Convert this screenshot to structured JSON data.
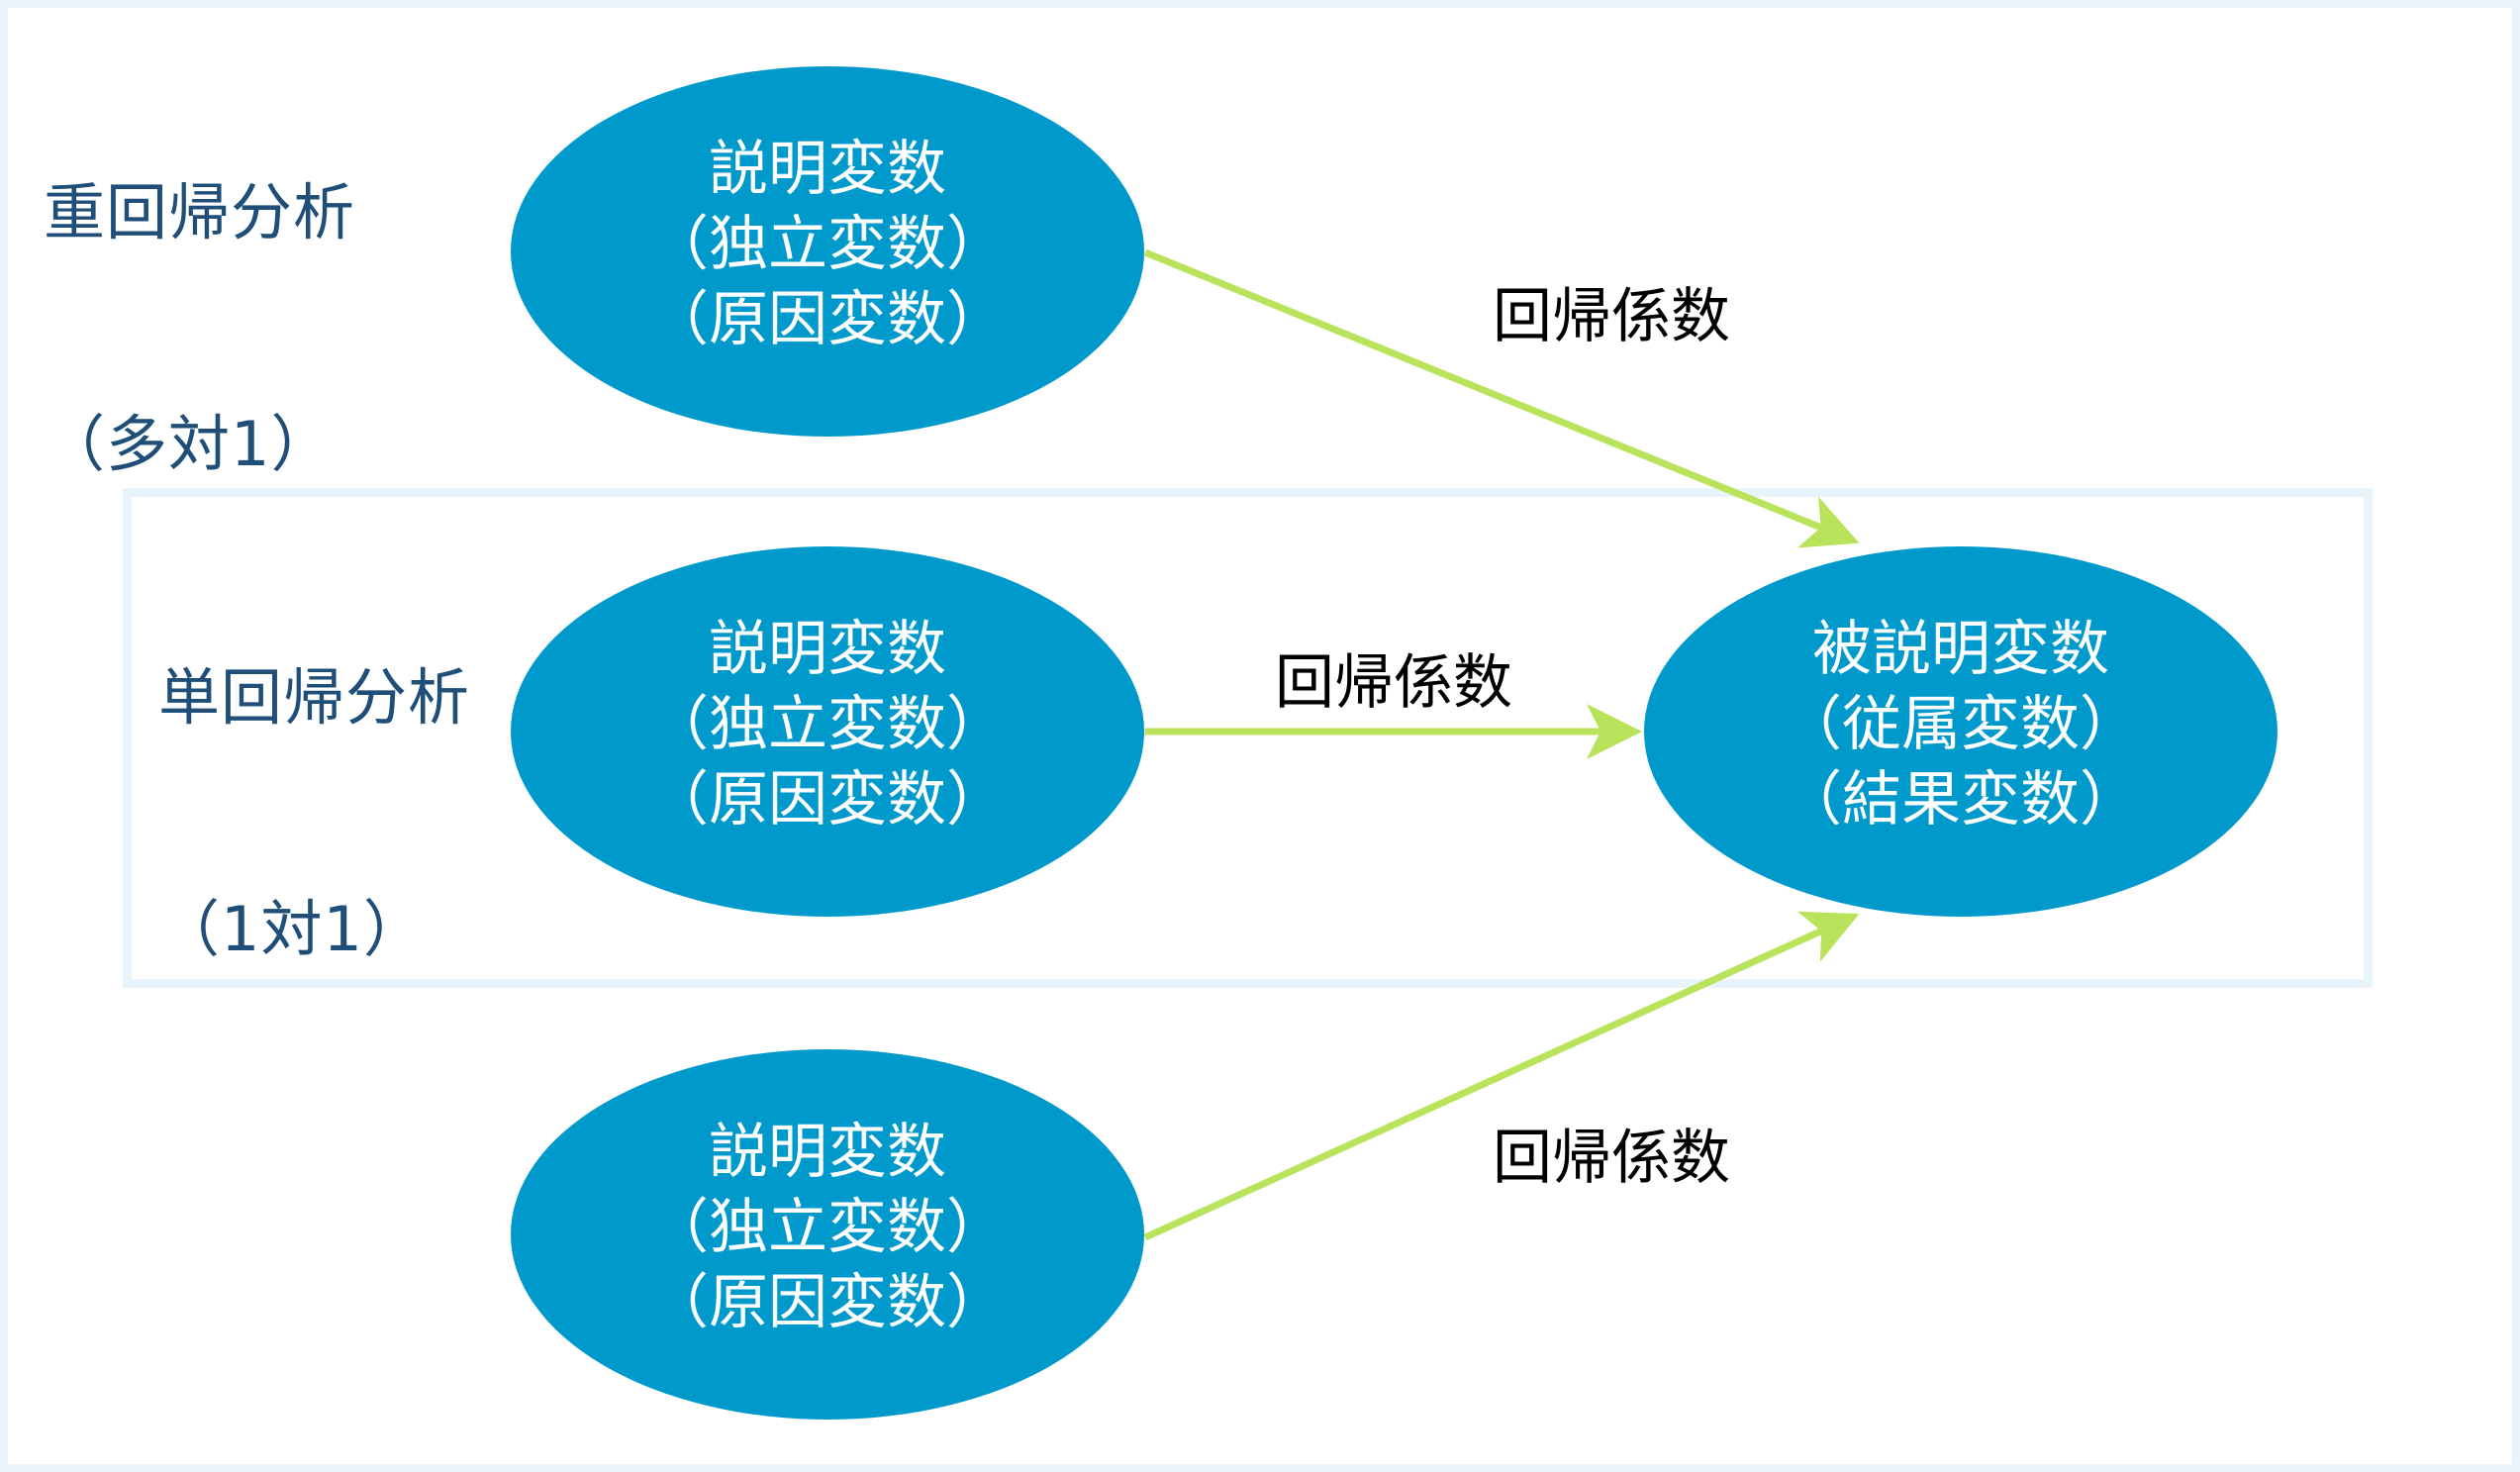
{
  "colors": {
    "frame": "#E8F3FA",
    "title_text": "#1F4E79",
    "node_fill": "#0099CC",
    "node_text": "#FFFFFF",
    "arrow": "#B9E35A",
    "label_text": "#000000"
  },
  "groups": {
    "multiple_regression": {
      "title": "重回帰分析",
      "subtitle": "（多対1）"
    },
    "simple_regression": {
      "title": "単回帰分析",
      "subtitle": "（1対1）"
    }
  },
  "nodes": {
    "explanatory_top": {
      "lines": [
        "説明変数",
        "（独立変数）",
        "（原因変数）"
      ]
    },
    "explanatory_middle": {
      "lines": [
        "説明変数",
        "（独立変数）",
        "（原因変数）"
      ]
    },
    "explanatory_bottom": {
      "lines": [
        "説明変数",
        "（独立変数）",
        "（原因変数）"
      ]
    },
    "dependent": {
      "lines": [
        "被説明変数",
        "（従属変数）",
        "（結果変数）"
      ]
    }
  },
  "edges": [
    {
      "from": "explanatory_top",
      "to": "dependent",
      "label": "回帰係数"
    },
    {
      "from": "explanatory_middle",
      "to": "dependent",
      "label": "回帰係数"
    },
    {
      "from": "explanatory_bottom",
      "to": "dependent",
      "label": "回帰係数"
    }
  ]
}
